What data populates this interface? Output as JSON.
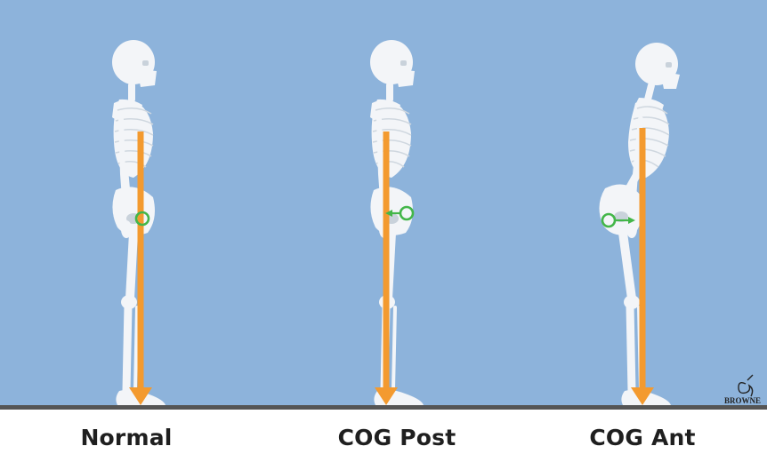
{
  "colors": {
    "background": "#8db3db",
    "ground": "#555555",
    "gravity_line": "#f39a2f",
    "center_of_gravity": "#43b649",
    "bone": "#f3f5f8"
  },
  "panels": [
    {
      "caption": "Normal",
      "cog_shift": "none"
    },
    {
      "caption": "COG Post",
      "cog_shift": "posterior"
    },
    {
      "caption": "COG Ant",
      "cog_shift": "anterior"
    }
  ],
  "logo": {
    "text": "BROWNE"
  }
}
